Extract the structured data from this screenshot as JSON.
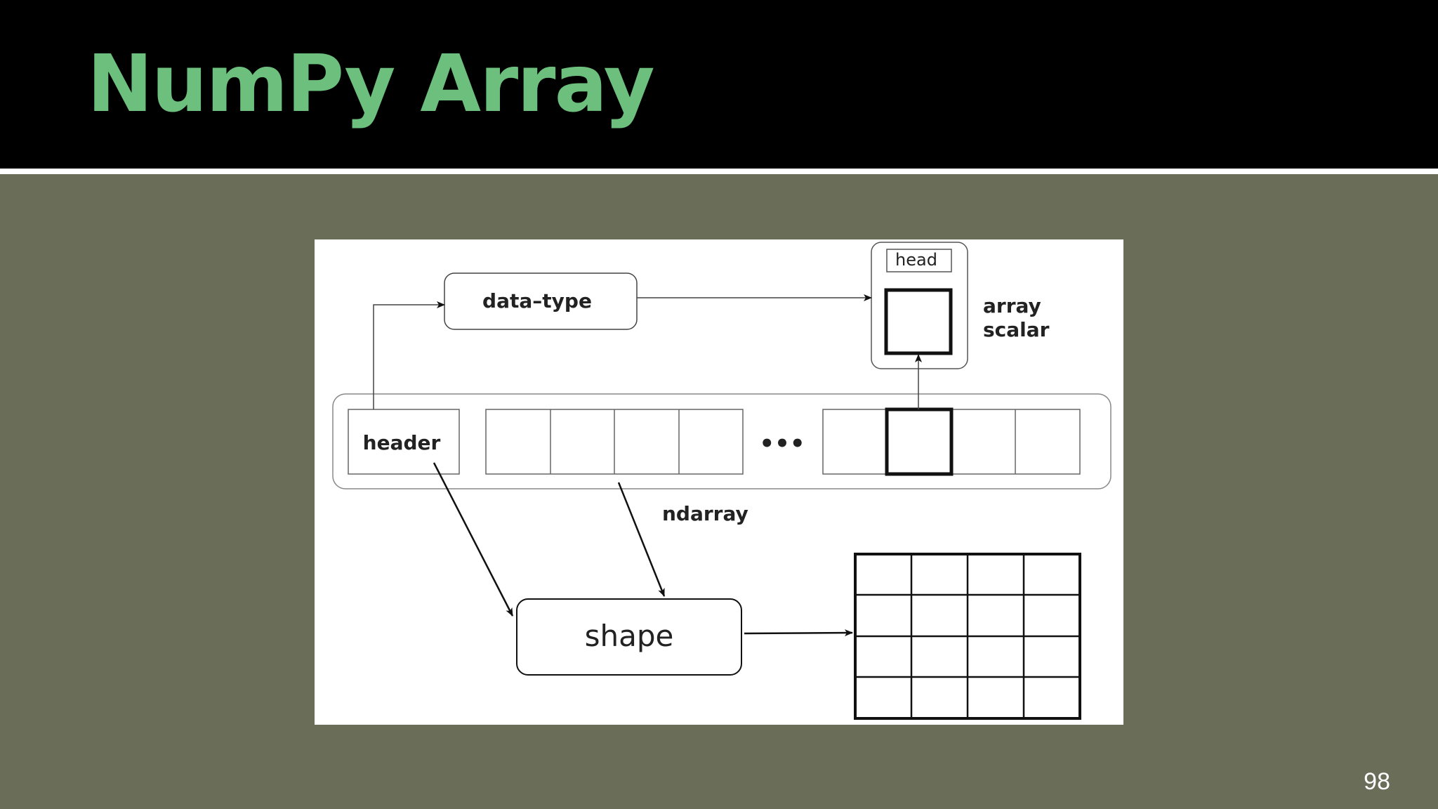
{
  "slide": {
    "title": "NumPy Array",
    "page_number": "98",
    "colors": {
      "title_text": "#6cbf7c",
      "title_bar": "#000000",
      "background": "#6a6e59",
      "diagram_background": "#ffffff"
    }
  },
  "diagram": {
    "nodes": {
      "data_type": "data–type",
      "head": "head",
      "array_scalar_line1": "array",
      "array_scalar_line2": "scalar",
      "header": "header",
      "ellipsis": "•••",
      "ndarray": "ndarray",
      "shape": "shape"
    },
    "edges": [
      {
        "from": "header",
        "to": "data_type"
      },
      {
        "from": "data_type",
        "to": "array_scalar"
      },
      {
        "from": "highlighted_element",
        "to": "array_scalar"
      },
      {
        "from": "header",
        "to": "shape"
      },
      {
        "from": "ndarray",
        "to": "shape"
      },
      {
        "from": "shape",
        "to": "grid"
      }
    ]
  }
}
